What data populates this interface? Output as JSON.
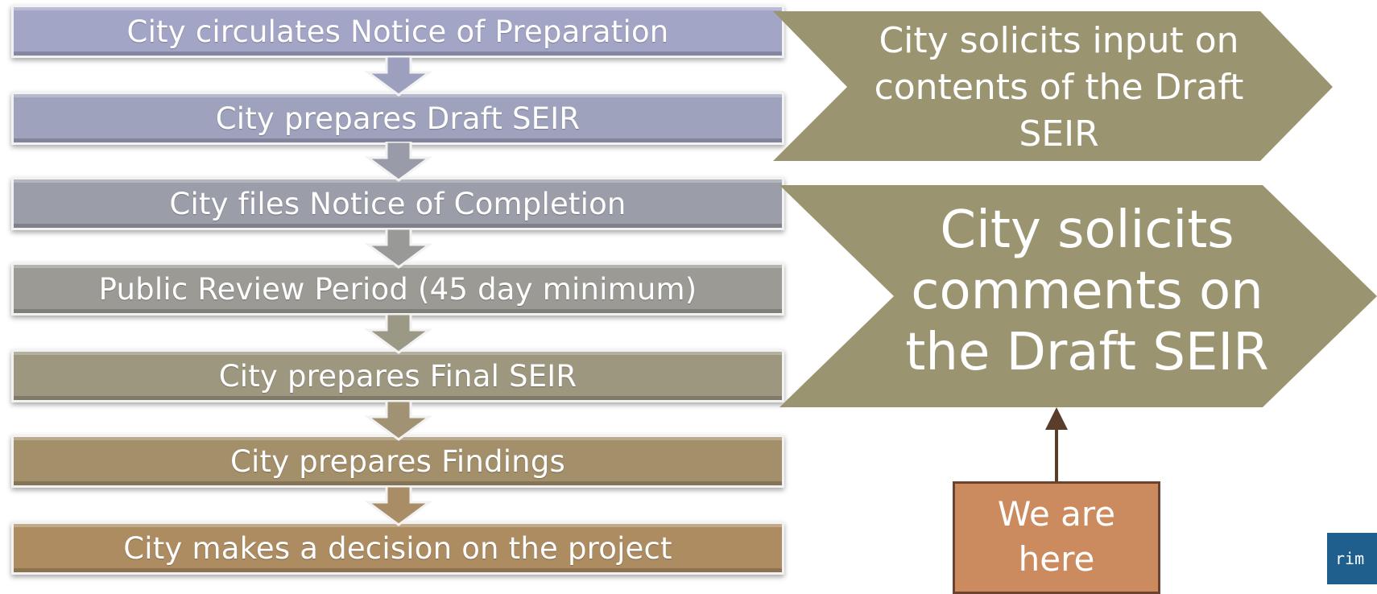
{
  "steps": [
    {
      "label": "City circulates Notice of Preparation",
      "color": "#a3a5c6"
    },
    {
      "label": "City prepares Draft SEIR",
      "color": "#9ea2bc"
    },
    {
      "label": "City files Notice of Completion",
      "color": "#9b9ea9"
    },
    {
      "label": "Public Review Period (45 day minimum)",
      "color": "#9b9a94"
    },
    {
      "label": "City prepares Final SEIR",
      "color": "#9d9780"
    },
    {
      "label": "City prepares Findings",
      "color": "#a38f6a"
    },
    {
      "label": "City makes a decision on the project",
      "color": "#ad8c62"
    }
  ],
  "callouts": {
    "first": {
      "line1": "City solicits input on",
      "line2": "contents of the Draft",
      "line3": "SEIR"
    },
    "second": {
      "line1": "City solicits",
      "line2": "comments on",
      "line3": "the Draft SEIR"
    },
    "color": "#9b9470"
  },
  "marker": {
    "line1": "We are",
    "line2": "here",
    "color": "#cc8b5e"
  },
  "corner_logo_text": "rim"
}
